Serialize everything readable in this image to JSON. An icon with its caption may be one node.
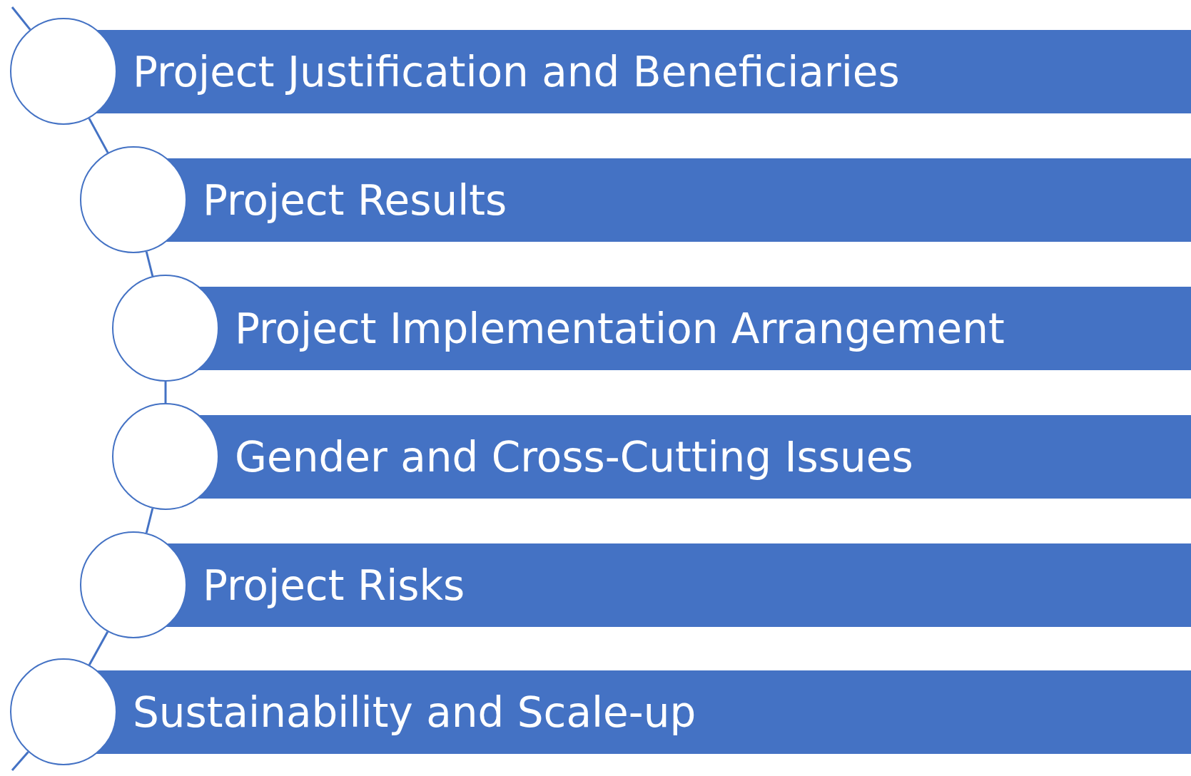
{
  "diagram": {
    "nodes": [
      {
        "text": [],
        "shape": "circle"
      },
      {
        "text": [
          "Project Justification and Beneficiaries"
        ]
      },
      {
        "text": [],
        "shape": "circle"
      },
      {
        "text": [
          "Project Results"
        ]
      },
      {
        "text": [],
        "shape": "circle"
      },
      {
        "text": [
          "Project Implementation Arrangement"
        ]
      },
      {
        "text": [],
        "shape": "circle"
      },
      {
        "text": [
          "Gender and Cross-Cutting Issues"
        ]
      },
      {
        "text": [],
        "shape": "circle"
      },
      {
        "text": [
          "Project Risks"
        ]
      },
      {
        "text": [],
        "shape": "circle"
      },
      {
        "text": [
          "Sustainability and Scale-up"
        ]
      }
    ],
    "edges": [
      {
        "from": null,
        "to": 0,
        "arrow": "none"
      },
      {
        "from": 0,
        "to": 2,
        "arrow": "none"
      },
      {
        "from": 2,
        "to": 4,
        "arrow": "none"
      },
      {
        "from": 4,
        "to": 6,
        "arrow": "none"
      },
      {
        "from": 6,
        "to": 8,
        "arrow": "none"
      },
      {
        "from": 8,
        "to": 10,
        "arrow": "none"
      },
      {
        "from": 10,
        "to": null,
        "arrow": "none"
      }
    ]
  }
}
